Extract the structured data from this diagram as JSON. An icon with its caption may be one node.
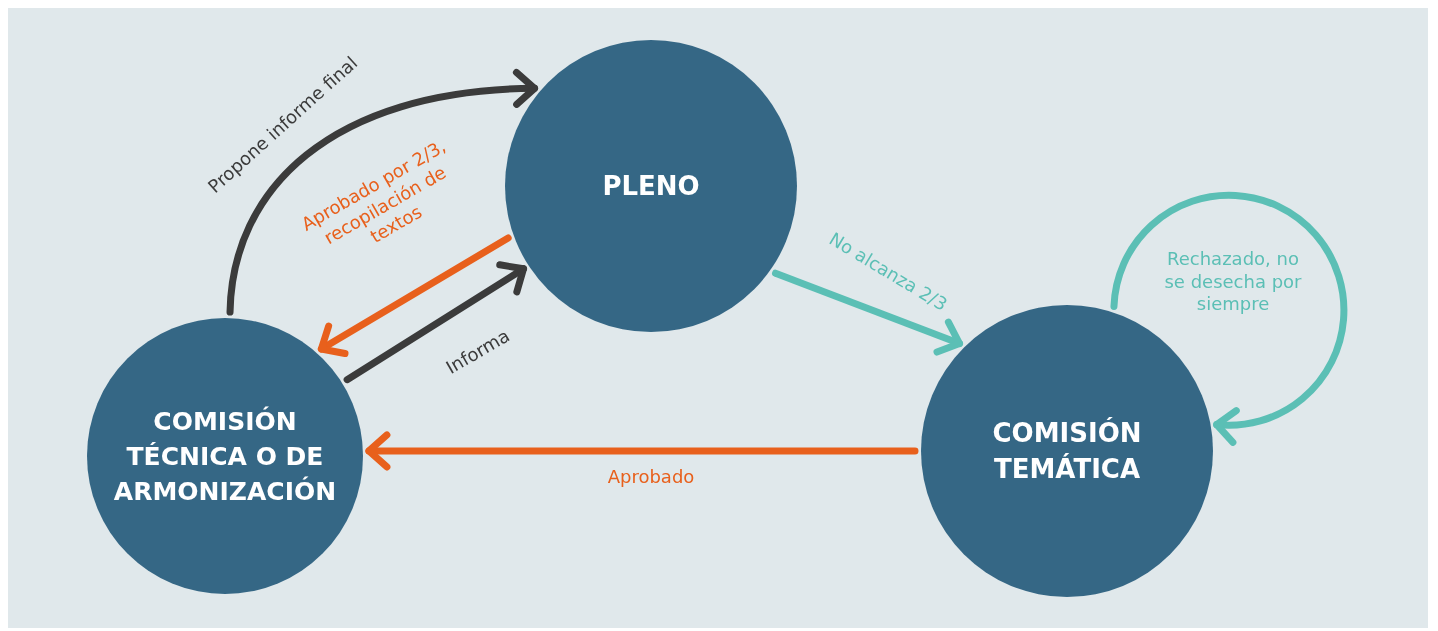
{
  "diagram": {
    "nodes": [
      {
        "text": [
          "PLENO"
        ]
      },
      {
        "text": [
          "COMISIÓN TÉCNICA O DE ARMONIZACIÓN"
        ]
      },
      {
        "text": [
          "COMISIÓN TEMÁTICA"
        ]
      }
    ],
    "edges": [
      {
        "from": 1,
        "to": 0,
        "arrow": "to",
        "label": "Propone informe final",
        "color": "#3b3b3b"
      },
      {
        "from": 0,
        "to": 1,
        "arrow": "to",
        "label": "Aprobado por 2/3, recopilación de textos",
        "color": "#e8601c"
      },
      {
        "from": 1,
        "to": 0,
        "arrow": "to",
        "label": "Informa",
        "color": "#3b3b3b"
      },
      {
        "from": 0,
        "to": 2,
        "arrow": "to",
        "label": "No alcanza 2/3",
        "color": "#5bbfb5"
      },
      {
        "from": 2,
        "to": 2,
        "arrow": "to",
        "label": "Rechazado, no se desecha por siempre",
        "color": "#5bbfb5"
      },
      {
        "from": 2,
        "to": 1,
        "arrow": "to",
        "label": "Aprobado",
        "color": "#e8601c"
      }
    ]
  }
}
